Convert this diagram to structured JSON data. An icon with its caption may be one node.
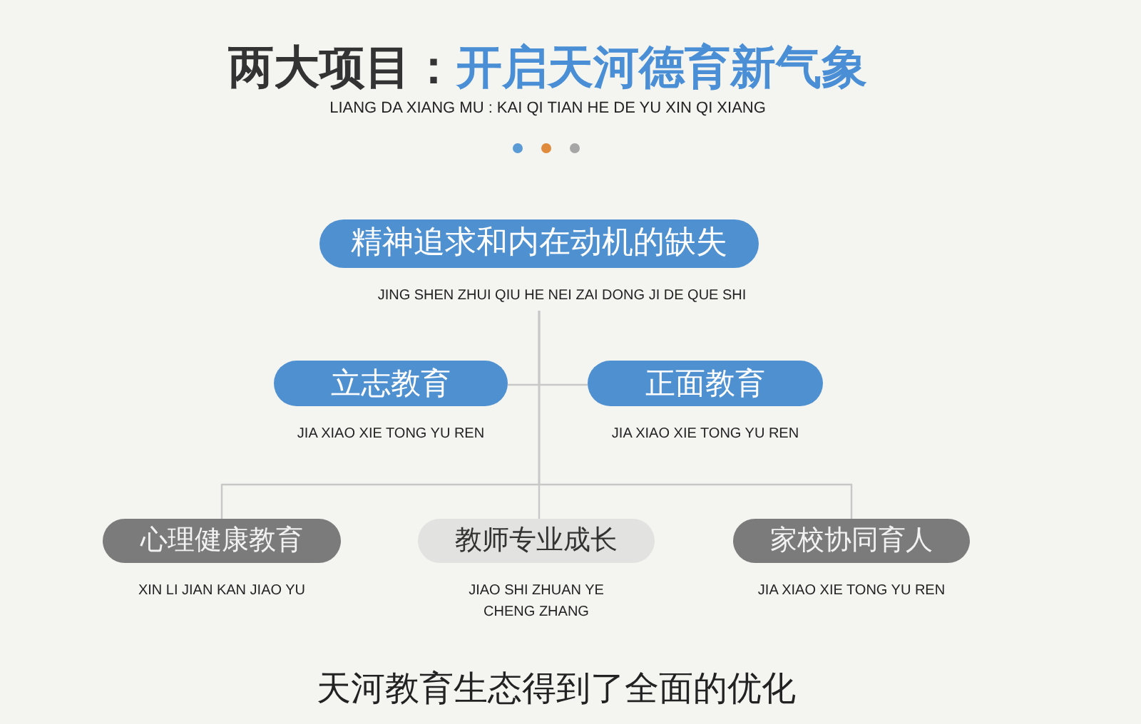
{
  "diagram": {
    "title": "两大项目：开启天河德育新气象",
    "caption": "天河教育生态得到了全面的优化",
    "nodes": [
      {
        "text": [
          "精神追求和内在动机的缺失"
        ],
        "beside": [
          "JING SHEN ZHUI QIU HE NEI ZAI DONG JI DE QUE SHI"
        ]
      },
      {
        "text": [
          "立志教育"
        ],
        "beside": [
          "JIA XIAO XIE TONG YU REN"
        ]
      },
      {
        "text": [
          "正面教育"
        ],
        "beside": [
          "JIA XIAO XIE TONG YU REN"
        ]
      },
      {
        "text": [
          "心理健康教育"
        ],
        "beside": [
          "XIN LI JIAN KAN JIAO YU"
        ]
      },
      {
        "text": [
          "教师专业成长"
        ],
        "beside": [
          "JIAO SHI ZHUAN YE CHENG ZHANG"
        ]
      },
      {
        "text": [
          "家校协同育人"
        ],
        "beside": [
          "JIA XIAO XIE TONG YU REN"
        ]
      }
    ],
    "edges": [
      {
        "from": 0,
        "to": 1,
        "arrow": "none"
      },
      {
        "from": 0,
        "to": 2,
        "arrow": "none"
      },
      {
        "from": 0,
        "to": 3,
        "arrow": "none"
      },
      {
        "from": 0,
        "to": 4,
        "arrow": "none"
      },
      {
        "from": 0,
        "to": 5,
        "arrow": "none"
      }
    ],
    "labels": [
      "LIANG DA XIANG MU : KAI QI TIAN HE DE YU XIN QI XIANG"
    ]
  }
}
